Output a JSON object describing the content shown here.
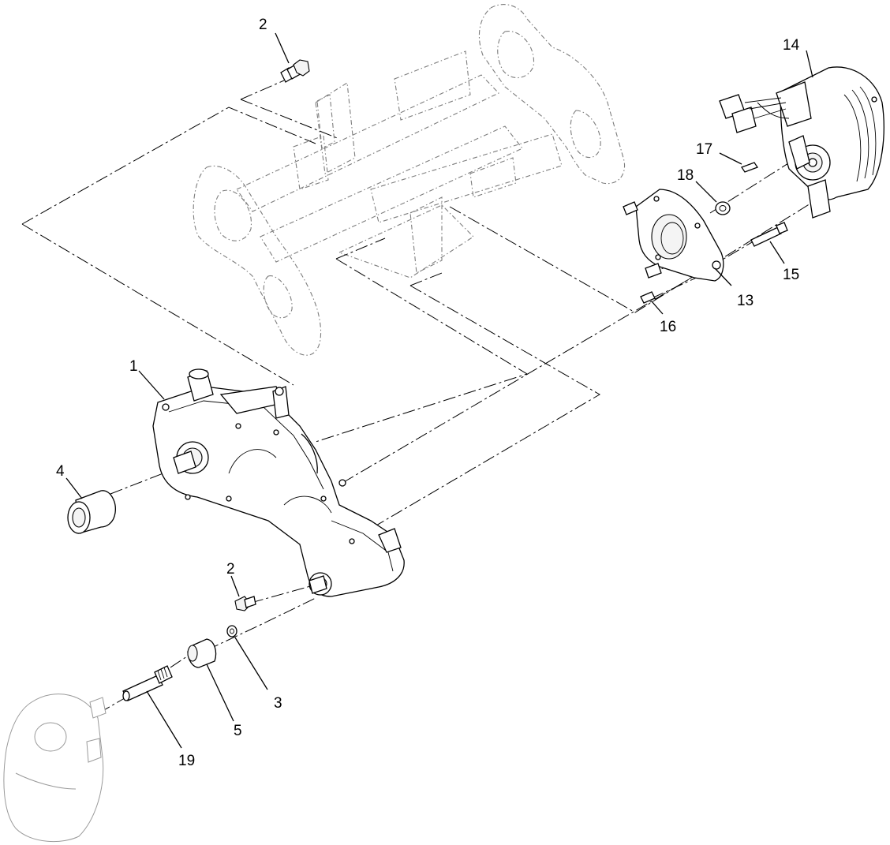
{
  "callouts": [
    {
      "label": "1"
    },
    {
      "label": "2"
    },
    {
      "label": "2"
    },
    {
      "label": "3"
    },
    {
      "label": "4"
    },
    {
      "label": "5"
    },
    {
      "label": "13"
    },
    {
      "label": "14"
    },
    {
      "label": "15"
    },
    {
      "label": "16"
    },
    {
      "label": "17"
    },
    {
      "label": "18"
    },
    {
      "label": "19"
    }
  ]
}
